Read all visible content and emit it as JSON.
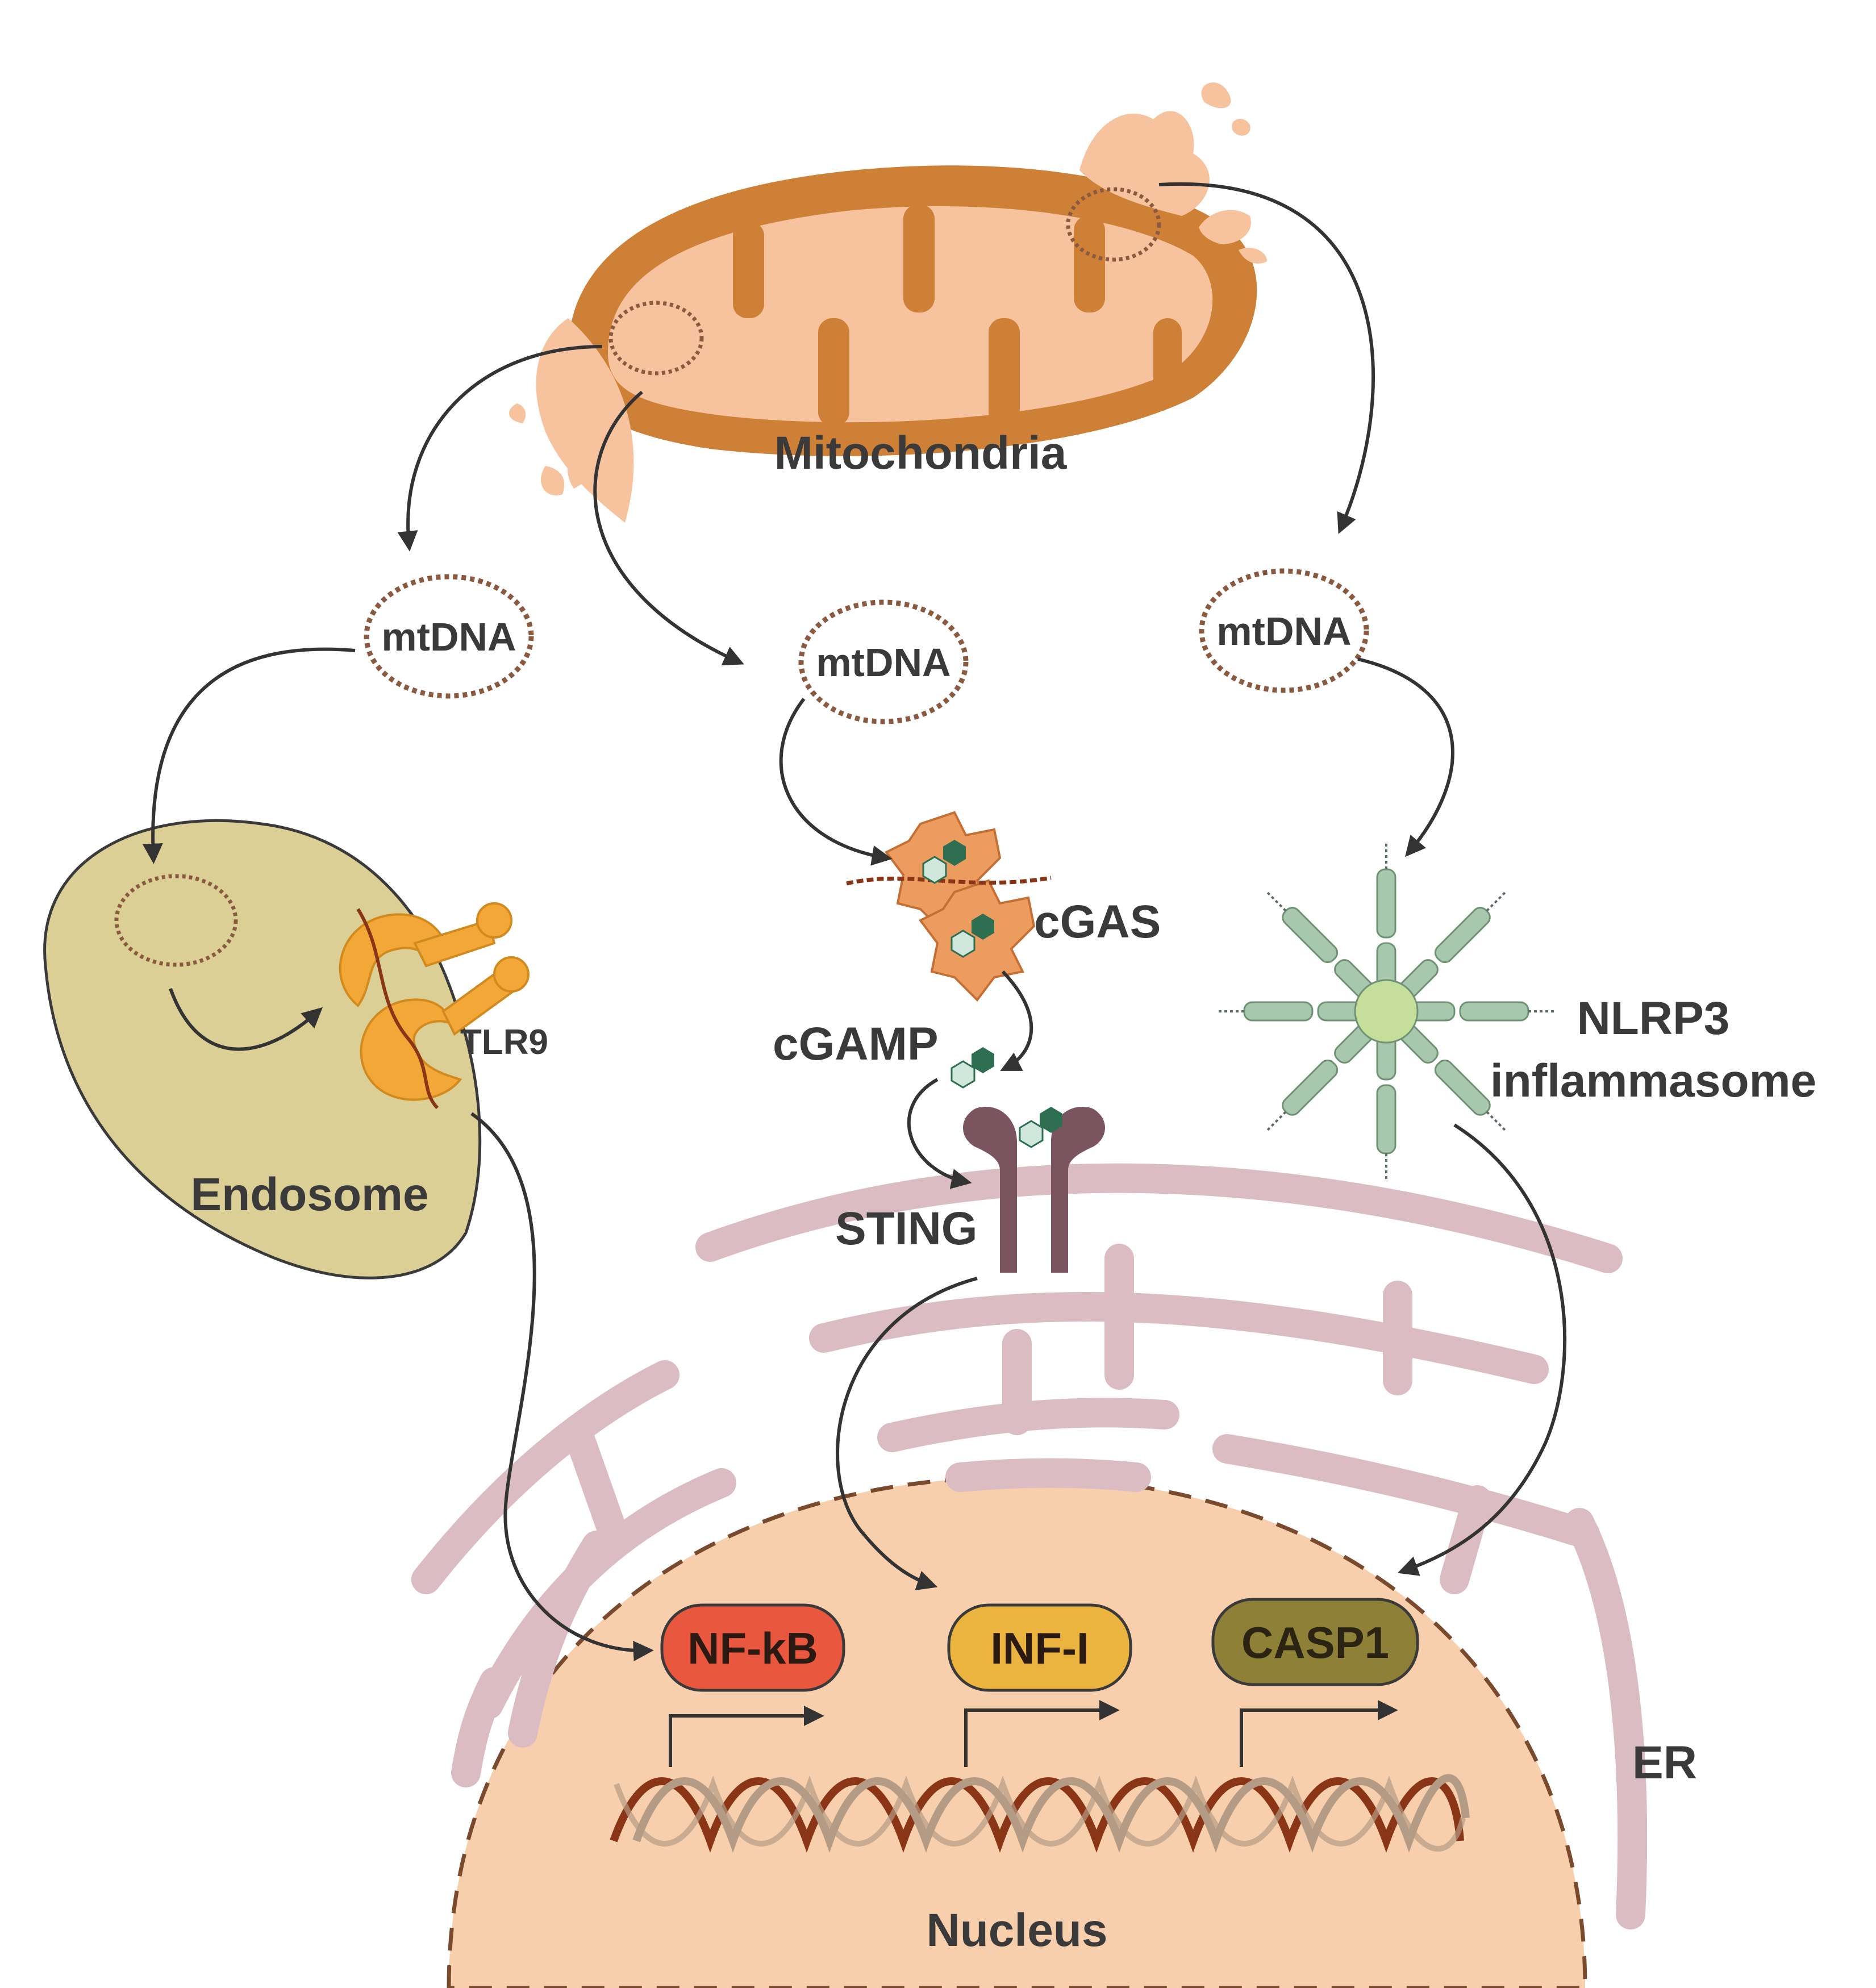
{
  "labels": {
    "mitochondria": "Mitochondria",
    "mtdna": "mtDNA",
    "endosome": "Endosome",
    "tlr9": "TLR9",
    "cgas": "cGAS",
    "cgamp": "cGAMP",
    "sting": "STING",
    "nlrp3_line1": "NLRP3",
    "nlrp3_line2": "inflammasome",
    "er": "ER",
    "nucleus": "Nucleus"
  },
  "genes": [
    {
      "label": "NF-kB",
      "color": "#e9573f",
      "text_color": "#2b1a12"
    },
    {
      "label": "INF-I",
      "color": "#ebb43f",
      "text_color": "#2b1a12"
    },
    {
      "label": "CASP1",
      "color": "#8e8036",
      "text_color": "#2b2413"
    }
  ],
  "colors": {
    "mito_outer": "#cf8037",
    "mito_inner": "#f6c39e",
    "endosome": "#dccf96",
    "er": "#dbbcc2",
    "nucleus": "#f7cfac",
    "sting": "#7a5560",
    "tlr9": "#f2a736",
    "cgas": "#ec9c5e",
    "inflammasome": "#a8c8ad",
    "dna_dark": "#8a3516",
    "dna_light": "#b39b85"
  }
}
